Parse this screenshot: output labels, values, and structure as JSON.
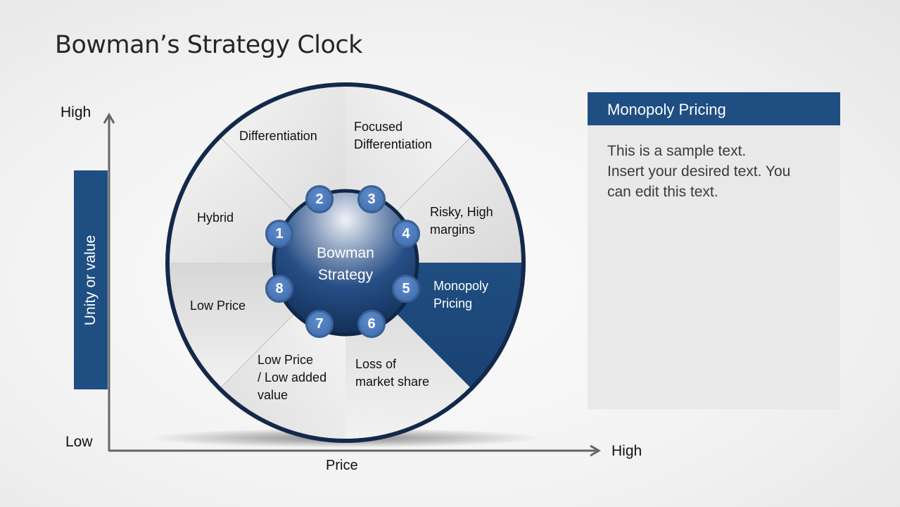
{
  "slide": {
    "title": "Bowman’s Strategy Clock"
  },
  "axes": {
    "y_high": "High",
    "y_low": "Low",
    "y_title": "Unity or value",
    "x_high": "High",
    "x_title": "Price"
  },
  "clock": {
    "center_line1": "Bowman",
    "center_line2": "Strategy",
    "highlight_color": "#1f4e82",
    "segments": [
      {
        "number": "1",
        "label": "Hybrid"
      },
      {
        "number": "2",
        "label": "Differentiation"
      },
      {
        "number": "3",
        "label_line1": "Focused",
        "label_line2": "Differentiation"
      },
      {
        "number": "4",
        "label_line1": "Risky, High",
        "label_line2": "margins"
      },
      {
        "number": "5",
        "label_line1": "Monopoly",
        "label_line2": "Pricing"
      },
      {
        "number": "6",
        "label_line1": "Loss of",
        "label_line2": "market share"
      },
      {
        "number": "7",
        "label_line1": "Low Price",
        "label_line2": "/ Low added",
        "label_line3": "value"
      },
      {
        "number": "8",
        "label": "Low Price"
      }
    ]
  },
  "panel": {
    "heading": "Monopoly Pricing",
    "body_line1": "This is a sample text.",
    "body_line2": "Insert your desired text. You",
    "body_line3": "can edit this text."
  }
}
